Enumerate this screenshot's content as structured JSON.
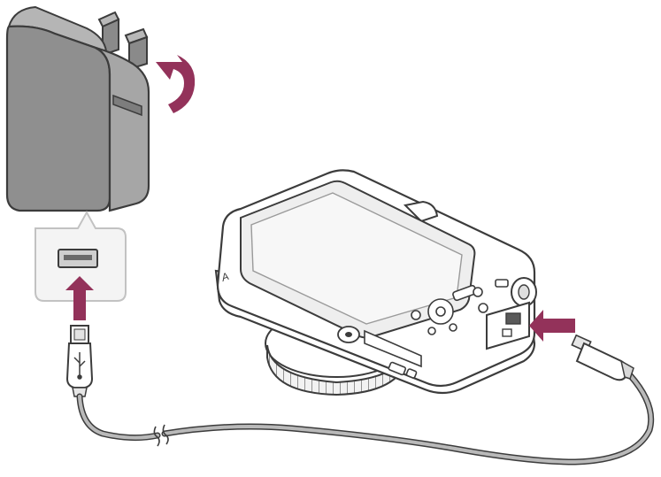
{
  "figure": {
    "kind": "connection-illustration",
    "colors": {
      "adapter_fill": "#8f8f8f",
      "adapter_side": "#a6a6a6",
      "adapter_top": "#b5b5b5",
      "outline": "#3c3c3c",
      "callout_fill": "#f4f4f4",
      "arrow_accent": "#93325a",
      "camera_fill": "#ffffff",
      "screen_fill": "#eeeeee",
      "cable": "#b9b9b9"
    },
    "icons": {
      "adapter": "ac-adapter",
      "rotate_arrow": "rotate-arrow-icon",
      "insert_arrow": "insert-arrow-icon",
      "usb_symbol": "usb-icon",
      "camera": "camera"
    },
    "camera_mode_mark": "A"
  }
}
